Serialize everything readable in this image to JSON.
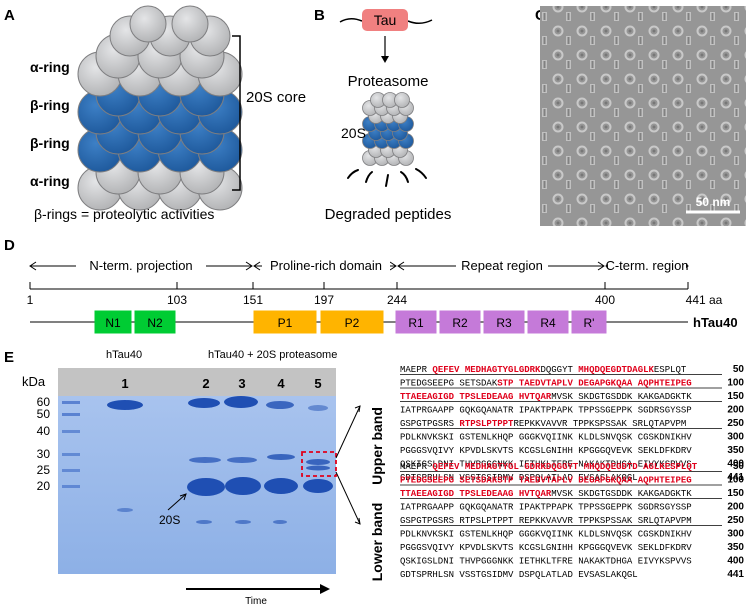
{
  "panels": {
    "A": {
      "label": "A",
      "rings": [
        "α-ring",
        "β-ring",
        "β-ring",
        "α-ring"
      ],
      "core_label": "20S core",
      "caption": "β-rings = proteolytic activities",
      "colors": {
        "alpha": "#c8c9cb",
        "beta": "#2e6db4"
      }
    },
    "B": {
      "label": "B",
      "tau": "Tau",
      "proteasome": "Proteasome",
      "core": "20S",
      "degraded": "Degraded peptides",
      "colors": {
        "tau": "#f08080"
      }
    },
    "C": {
      "label": "C",
      "scale_bar": "50 nm"
    },
    "D": {
      "label": "D",
      "regions": [
        "N-term. projection",
        "Proline-rich domain",
        "Repeat region",
        "C-term. region"
      ],
      "ticks": [
        "1",
        "103",
        "151",
        "197",
        "244",
        "400",
        "441 aa"
      ],
      "domains": [
        "N1",
        "N2",
        "P1",
        "P2",
        "R1",
        "R2",
        "R3",
        "R4",
        "R'"
      ],
      "protein": "hTau40",
      "colors": {
        "N": "#00cc33",
        "P": "#ffb400",
        "R": "#c57ad9"
      }
    },
    "E": {
      "label": "E",
      "kda": "kDa",
      "markers": [
        "60",
        "50",
        "40",
        "30",
        "25",
        "20"
      ],
      "header_left": "hTau40",
      "header_right": "hTau40 + 20S proteasome",
      "lanes": [
        "1",
        "2",
        "3",
        "4",
        "5"
      ],
      "band_label": "20S",
      "time": "Time",
      "upper_band": "Upper band",
      "lower_band": "Lower band",
      "row_numbers": [
        "50",
        "100",
        "150",
        "200",
        "250",
        "300",
        "350",
        "400",
        "441"
      ],
      "upper_sequence": [
        [
          "MAEPR",
          "QEFEV",
          "MEDHAGTYGL",
          "GDRK",
          "DQGGYT",
          "MHQDQEGDTD",
          "AGLK",
          "ESPLQT"
        ],
        [
          "PTEDGSEEPG",
          "SETSDAK",
          "STP",
          "TAEDVTAPLV",
          "DEGAPGKQAA",
          "AQPHTEIPEG"
        ],
        [
          "TTAEEAGIGD",
          "TPSLEDEAAG",
          "HVTQAR",
          "MVSK",
          "SKDGTGSDDK",
          "KAKGADGKTK"
        ],
        [
          "IATPRGAAPP",
          "GQKGQANATR",
          "IPAKTPPAPK",
          "TPPSSGEPPK",
          "SGDRSGYSSP"
        ],
        [
          "GSPGTPGSRS",
          "RTPSLPTPPT",
          "R",
          "EPKKVAVVR",
          "TPPKSPSSAK",
          "SRLQTAPVPM"
        ],
        [
          "PDLKNVKSKI",
          "GSTENLKHQP",
          "GGGKVQIINK",
          "KLDLSNVQSK",
          "CGSKDNIKHV"
        ],
        [
          "PGGGSVQIVY",
          "KPVDLSKVTS",
          "KCGSLGNIHH",
          "KPGGGQVEVK",
          "SEKLDFKDRV"
        ],
        [
          "QSKIGSLDNI",
          "THVPGGGNKK",
          "IETHKLTFRE",
          "NAKAKTDHGA",
          "EIVYKSPVVS"
        ],
        [
          "GDTSPRHLSN",
          "VSSTGSIDMV",
          "DSPQLATLAD",
          "EVSASLAKQG",
          "L"
        ]
      ],
      "lower_sequence": [
        [
          "MAEPR",
          "QEFEV",
          "MEDHAGTYGL",
          "GDRKDQGGYT",
          "MHQDQEGDTD",
          "AGLKESPLQT"
        ],
        [
          "PTEDGSEEPG",
          "SETSDAKSTP",
          "TAEDVTAPLV",
          "DEGAPGKQAA",
          "AQPHTEIPEG"
        ],
        [
          "TTAEEAGIGD",
          "TPSLEDEAAG",
          "HVTQAR",
          "MVSK",
          "SKDGTGSDDK",
          "KAKGADGKTK"
        ],
        [
          "IATPRGAAPP",
          "GQKGQANATR",
          "IPAKTPPAPK",
          "TPPSSGEPPK",
          "SGDRSGYSSP"
        ],
        [
          "GSPGTPGSRS",
          "RTPSLPTPPT",
          "REPKKVAVVR",
          "TPPKSPSSAK",
          "SRLQTAPVPM"
        ],
        [
          "PDLKNVKSKI",
          "GSTENLKHQP",
          "GGGKVQIINK",
          "KLDLSNVQSK",
          "CGSKDNIKHV"
        ],
        [
          "PGGGSVQIVY",
          "KPVDLSKVTS",
          "KCGSLGNIHH",
          "KPGGGQVEVK",
          "SEKLDFKDRV"
        ],
        [
          "QSKIGSLDNI",
          "THVPGGGNKK",
          "IETHKLTFRE",
          "NAKAKTDHGA",
          "EIVYKSPVVS"
        ],
        [
          "GDTSPRHLSN",
          "VSSTGSIDMV",
          "DSPQLATLAD",
          "EVSASLAKQG",
          "L"
        ]
      ]
    }
  }
}
